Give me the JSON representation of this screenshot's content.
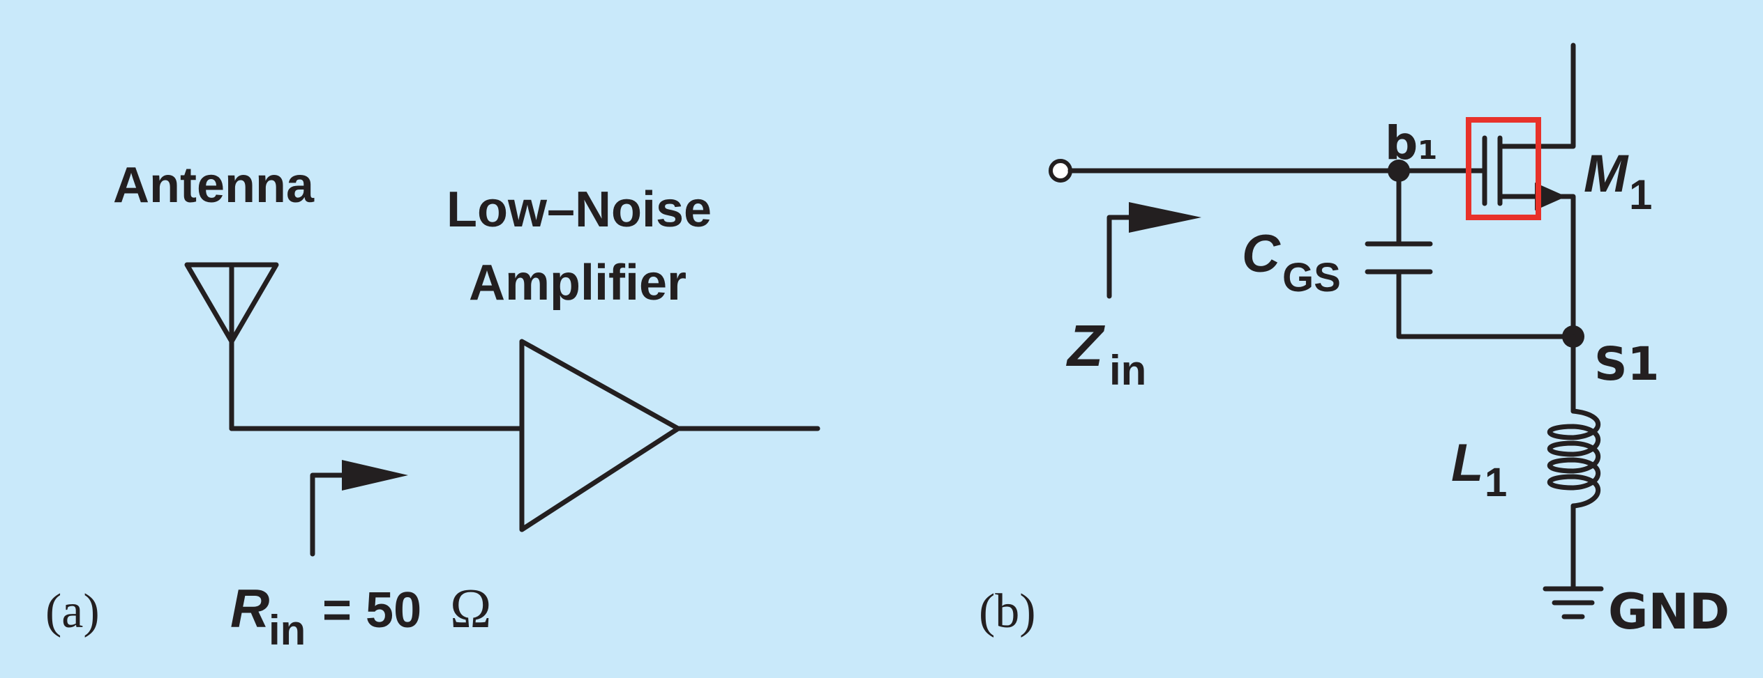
{
  "panel_a": {
    "label": "(a)",
    "antenna_label": "Antenna",
    "amp_label_line1": "Low–Noise",
    "amp_label_line2": "Amplifier",
    "rin_symbol": "R",
    "rin_subscript": "in",
    "rin_value": "= 50",
    "rin_unit": "Ω"
  },
  "panel_b": {
    "label": "(b)",
    "node_gate": "b₁",
    "node_source": "S1",
    "transistor_symbol": "M",
    "transistor_subscript": "1",
    "cap_symbol": "C",
    "cap_subscript": "GS",
    "inductor_symbol": "L",
    "inductor_subscript": "1",
    "zin_symbol": "Z",
    "zin_subscript": "in",
    "gnd_label": "GND",
    "highlight_color": "#e8322a"
  },
  "colors": {
    "background": "#c9e9fa",
    "ink": "#231f20"
  }
}
